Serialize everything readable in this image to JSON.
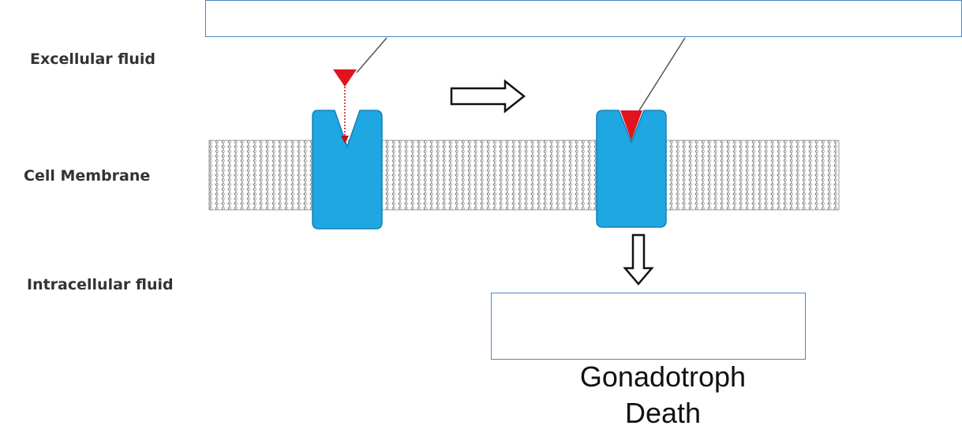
{
  "labels": {
    "extracellular": "Excellular fluid",
    "membrane": "Cell Membrane",
    "intracellular": "Intracellular fluid"
  },
  "result": {
    "line1": "Gonadotroph",
    "line2": "Death"
  },
  "top_box_text": "",
  "bottom_box_text": "",
  "colors": {
    "receptor": "#1ea7e1",
    "ligand": "#e0141e",
    "box_border": "#4a86c8",
    "membrane_line": "#777777"
  }
}
